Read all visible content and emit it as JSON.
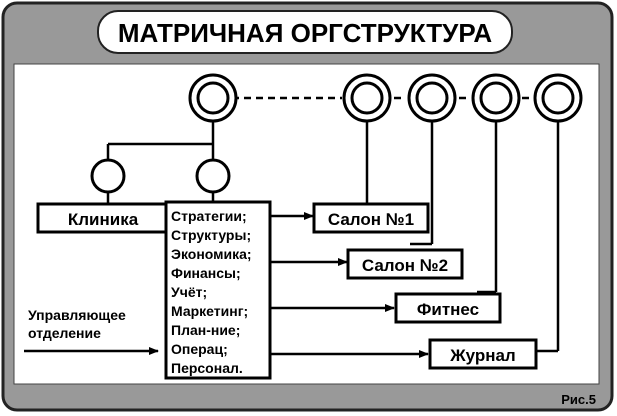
{
  "title": "МАТРИЧНАЯ ОРГСТРУКТУРА",
  "figure_label": "Рис.5",
  "nodes": {
    "clinic": "Клиника",
    "salon1": "Салон №1",
    "salon2": "Салон №2",
    "fitness": "Фитнес",
    "journal": "Журнал"
  },
  "functions": [
    "Стратегии;",
    "Структуры;",
    "Экономика;",
    "Финансы;",
    "Учёт;",
    "Маркетинг;",
    "План-ние;",
    "Операц;",
    "Персонал."
  ],
  "management": [
    "Управляющее",
    "отделение"
  ],
  "colors": {
    "frame_bg": "#999999",
    "frame_border": "#222222",
    "box_fill": "#ffffff",
    "line": "#000000"
  }
}
